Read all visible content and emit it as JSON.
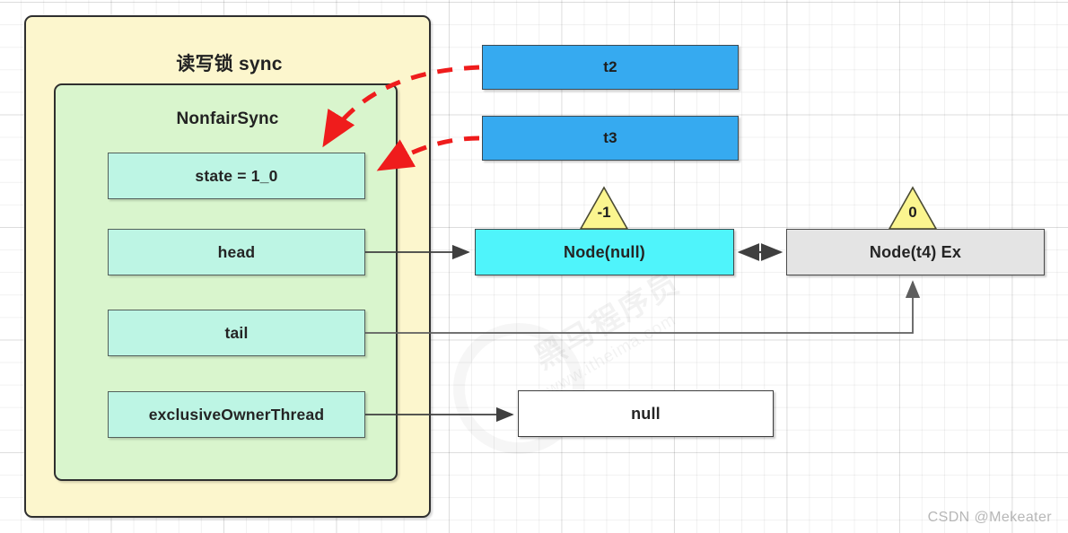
{
  "diagram": {
    "outer_container": {
      "title": "读写锁 sync",
      "fill": "#fcf6cd"
    },
    "inner_container": {
      "title": "NonfairSync",
      "fill": "#d9f5cd"
    },
    "fields": [
      {
        "label": "state = 1_0"
      },
      {
        "label": "head"
      },
      {
        "label": "tail"
      },
      {
        "label": "exclusiveOwnerThread"
      }
    ],
    "threads": [
      {
        "label": "t2",
        "color": "#36aaf0"
      },
      {
        "label": "t3",
        "color": "#36aaf0"
      }
    ],
    "nodes": [
      {
        "label": "Node(null)",
        "wait_status": "-1",
        "color": "#4ff4fb"
      },
      {
        "label": "Node(t4) Ex",
        "wait_status": "0",
        "color": "#e4e4e4"
      }
    ],
    "owner_value": {
      "label": "null"
    },
    "colors": {
      "red_arrow": "#ef1c1c",
      "black_arrow": "#3f3f3f",
      "gray_arrow": "#6d6d6d",
      "triangle_fill": "#fbf58f"
    }
  },
  "watermark": {
    "brand": "黑马程序员",
    "url": "www.itheima.com"
  },
  "footer": {
    "credit": "CSDN @Mekeater"
  }
}
